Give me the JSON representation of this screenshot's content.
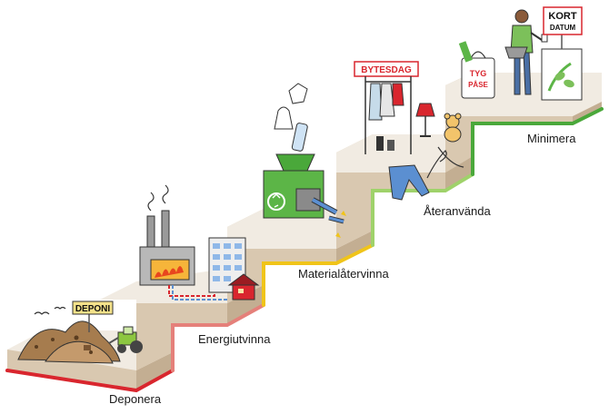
{
  "steps": [
    {
      "label": "Deponera",
      "color": "#d9262e"
    },
    {
      "label": "Energiutvinna",
      "color": "#e5807a"
    },
    {
      "label": "Materialåtervinna",
      "color": "#f0c419"
    },
    {
      "label": "Återanvända",
      "color": "#9fd26a"
    },
    {
      "label": "Minimera",
      "color": "#4aa83a"
    }
  ],
  "signs": {
    "landfill": "DEPONI",
    "swap_day": "BYTESDAG",
    "tote_bag": "TYG\nPÅSE",
    "card_top": "KORT",
    "card_bottom": "DATUM"
  },
  "colors": {
    "stair_top": "#f1ebe2",
    "stair_front": "#d9c8b0",
    "stair_side": "#c3ae92",
    "recycler": "#5cb547"
  }
}
